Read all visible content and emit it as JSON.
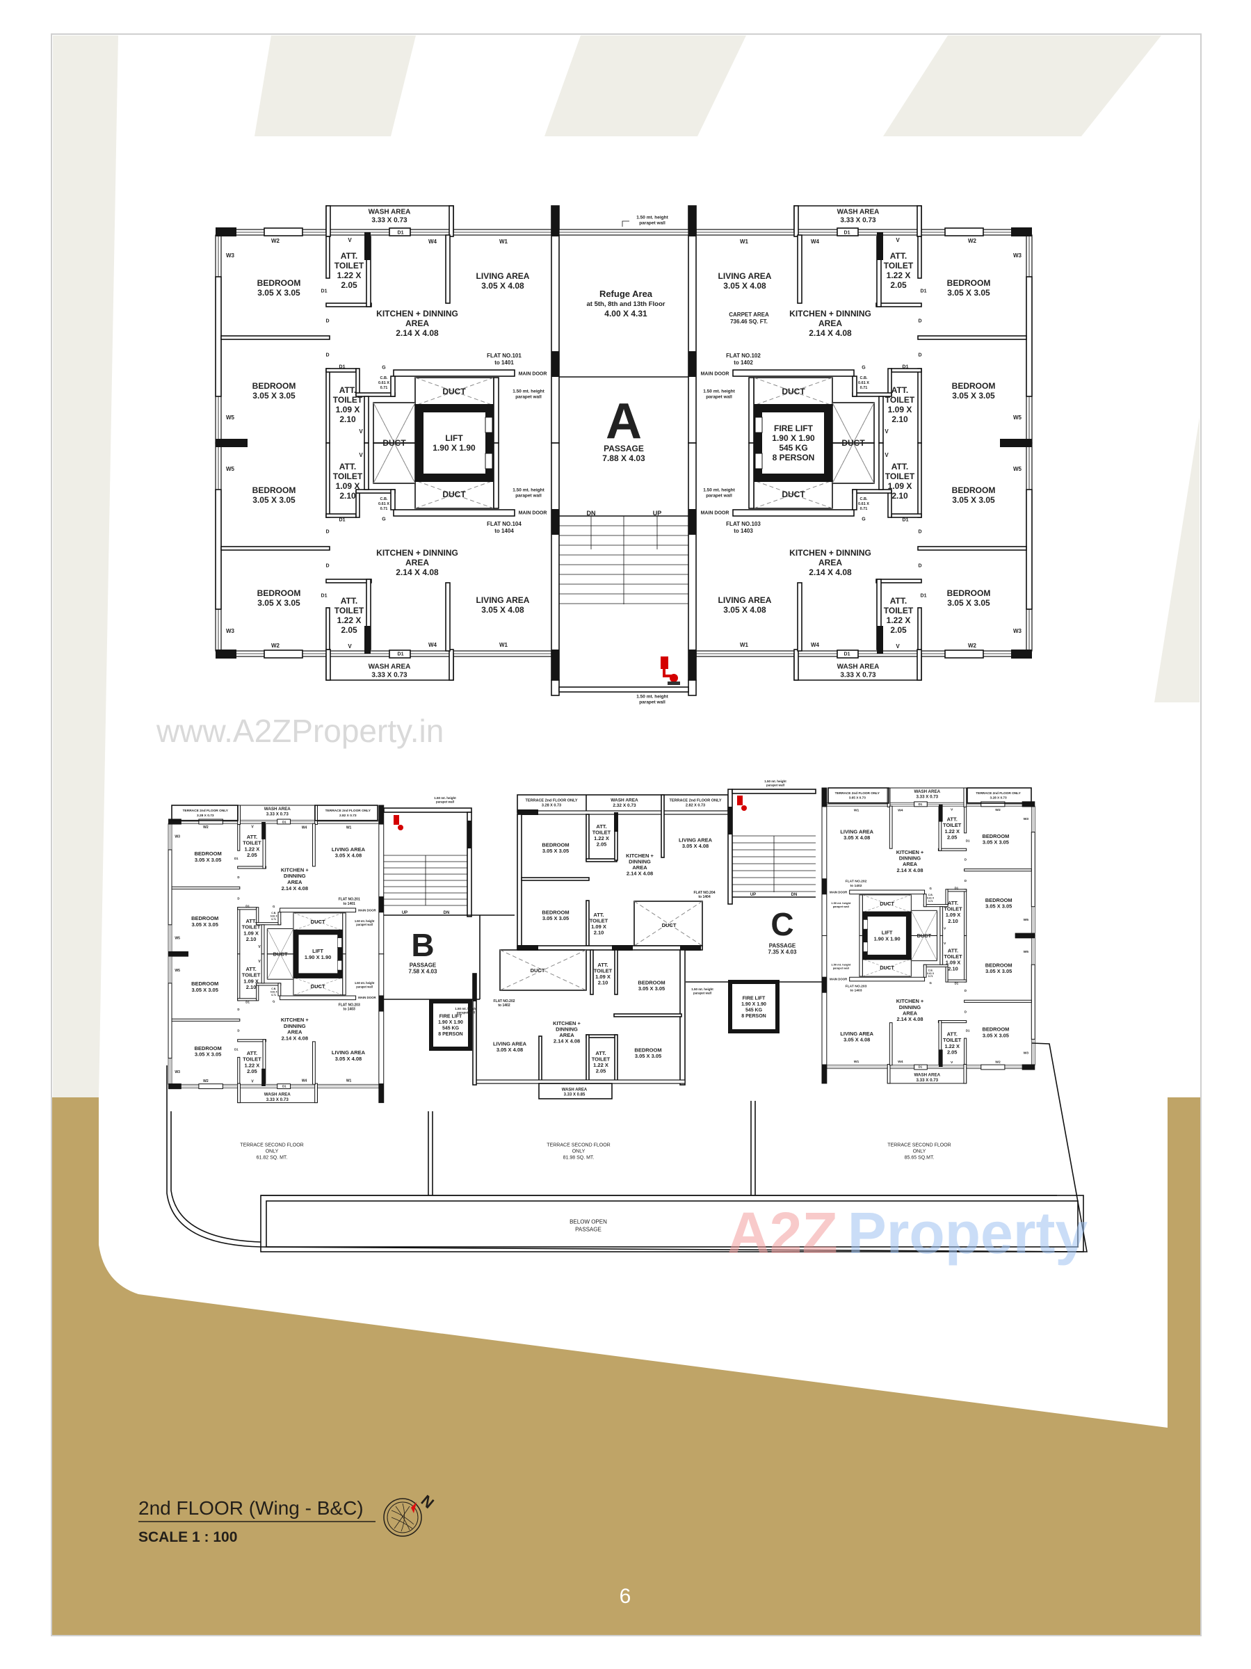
{
  "colors": {
    "gold_band": "#bfa467",
    "stripe": "#efeee7",
    "wall": "#151515",
    "fire_equipment": "#d40000",
    "watermark": "#d9d9d9",
    "page_number": "#ffffff"
  },
  "title": {
    "floor": "2nd FLOOR (Wing - B&C)",
    "scale": "SCALE 1 : 100",
    "compass_label": "N"
  },
  "page": {
    "number": "6",
    "watermark": "www.A2ZProperty.in"
  },
  "logo": {
    "part1": "A2Z",
    "part2": "Property"
  },
  "rooms": {
    "bedroom": "BEDROOM",
    "bedroom_size": "3.05 X 3.05",
    "toilet_a": [
      "ATT.",
      "TOILET",
      "1.22 X",
      "2.05"
    ],
    "toilet_b": [
      "ATT.",
      "TOILET",
      "1.09 X",
      "2.10"
    ],
    "kitchen": [
      "KITCHEN + DINNING",
      "AREA",
      "2.14 X 4.08"
    ],
    "kitchen_lower": [
      "KITCHEN +",
      "DINNING",
      "AREA",
      "2.14 X 4.08"
    ],
    "living": "LIVING AREA",
    "living_size": "3.05 X 4.08",
    "wash": "WASH AREA",
    "wash_size": "3.33 X 0.73",
    "duct": "DUCT",
    "main_door": "MAIN DOOR",
    "parapet": [
      "1.50 mt. height",
      "parapet wall"
    ],
    "cb": [
      "C.B.",
      "0.61 X",
      "0.71"
    ],
    "terrace_note": "TERRACE 2nd FLOOR ONLY",
    "tags": {
      "w1": "W1",
      "w2": "W2",
      "w3": "W3",
      "w4": "W4",
      "w5": "W5",
      "d": "D",
      "d1": "D1",
      "v": "V",
      "g": "G"
    }
  },
  "plan_a": {
    "wing_letter": "A",
    "passage": "PASSAGE",
    "passage_size": "7.88 X 4.03",
    "refuge": {
      "title": "Refuge Area",
      "note": "at 5th, 8th and 13th Floor",
      "size": "4.00 X 4.31"
    },
    "stair": {
      "up": "UP",
      "dn": "DN"
    },
    "lift": {
      "name": "LIFT",
      "size": "1.90 X 1.90"
    },
    "fire_lift": {
      "name": "FIRE LIFT",
      "size": "1.90 X 1.90",
      "capacity": "545 KG",
      "persons": "8 PERSON"
    },
    "carpet_area": {
      "label": "CARPET AREA",
      "value": "736.46 SQ. FT."
    },
    "flats": [
      {
        "no": "FLAT NO.101",
        "range": "to 1401"
      },
      {
        "no": "FLAT NO.102",
        "range": "to 1402"
      },
      {
        "no": "FLAT NO.104",
        "range": "to 1404"
      },
      {
        "no": "FLAT NO.103",
        "range": "to 1403"
      }
    ]
  },
  "plan_lower": {
    "wing_b": {
      "letter": "B",
      "passage": "PASSAGE",
      "passage_size": "7.58 X 4.03",
      "stair": {
        "up": "UP",
        "dn": "DN"
      },
      "lift": {
        "name": "LIFT",
        "size": "1.90 X 1.90"
      },
      "fire_lift": {
        "name": "FIRE LIFT",
        "size": "1.90 X 1.90",
        "capacity": "545 KG",
        "persons": "8 PERSON"
      },
      "flats": [
        {
          "no": "FLAT NO.201",
          "range": "to 1401",
          "terrace_outer": "3.28 X 0.73",
          "terrace_inner": "2.82 X 0.73"
        },
        {
          "no": "FLAT NO.203",
          "range": "to 1403"
        }
      ]
    },
    "wing_middle": {
      "top_flat": {
        "no": "FLAT NO.204",
        "range": "to 1404",
        "terrace_left": "3.28 X 0.73",
        "wash_size": "2.32 X 0.73",
        "terrace_right": "2.82 X 0.73"
      },
      "bottom_flat": {
        "no": "FLAT NO.202",
        "range": "to 1402",
        "wash_size": "3.33 X 0.85"
      }
    },
    "wing_c": {
      "letter": "C",
      "passage": "PASSAGE",
      "passage_size": "7.35 X 4.03",
      "stair": {
        "up": "UP",
        "dn": "DN"
      },
      "lift": {
        "name": "LIFT",
        "size": "1.90 X 1.90"
      },
      "fire_lift": {
        "name": "FIRE LIFT",
        "size": "1.90 X 1.90",
        "capacity": "545 KG",
        "persons": "8 PERSON"
      },
      "flats": [
        {
          "no": "FLAT NO.202",
          "range": "to 1402",
          "terrace_outer": "3.28 X 0.73",
          "terrace_inner": "3.65 X 0.73"
        },
        {
          "no": "FLAT NO.203",
          "range": "to 1403"
        }
      ]
    },
    "terraces": [
      {
        "title": "TERRACE SECOND FLOOR",
        "note": "ONLY",
        "area": "61.82 SQ. MT."
      },
      {
        "title": "TERRACE SECOND FLOOR",
        "note": "ONLY",
        "area": "81.98 SQ. MT."
      },
      {
        "title": "TERRACE SECOND FLOOR",
        "note": "ONLY",
        "area": "85.65 SQ.MT."
      }
    ],
    "below_passage": [
      "BELOW OPEN",
      "PASSAGE"
    ]
  }
}
